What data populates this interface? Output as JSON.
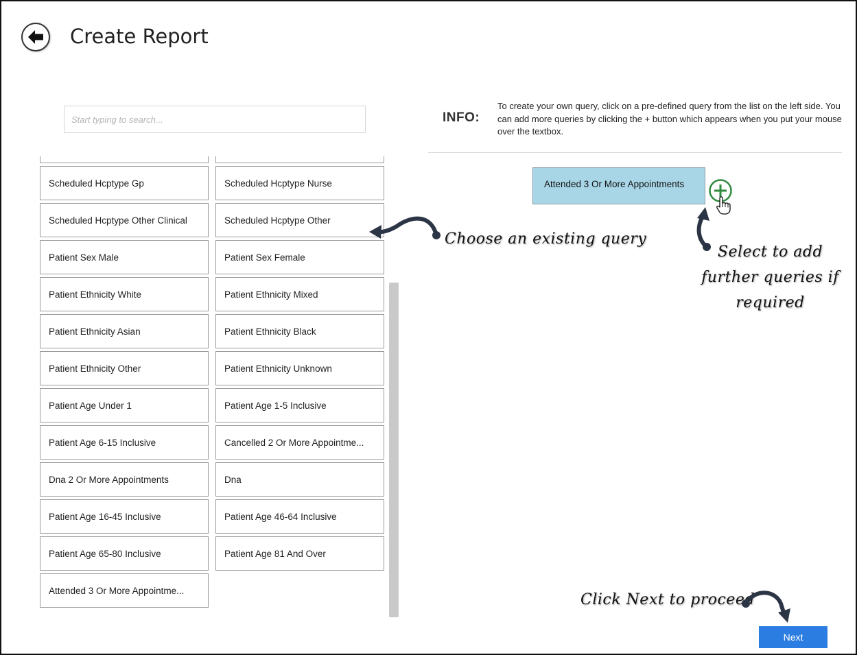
{
  "header": {
    "title": "Create Report",
    "back_icon": "back-arrow-icon"
  },
  "search": {
    "placeholder": "Start typing to search..."
  },
  "queries": [
    "",
    "",
    "Scheduled Hcptype Gp",
    "Scheduled Hcptype Nurse",
    "Scheduled Hcptype Other Clinical",
    "Scheduled Hcptype Other",
    "Patient Sex Male",
    "Patient Sex Female",
    "Patient Ethnicity White",
    "Patient Ethnicity Mixed",
    "Patient Ethnicity Asian",
    "Patient Ethnicity Black",
    "Patient Ethnicity Other",
    "Patient Ethnicity Unknown",
    "Patient Age Under 1",
    "Patient Age 1-5 Inclusive",
    "Patient Age 6-15 Inclusive",
    "Cancelled 2 Or More Appointme...",
    "Dna 2 Or More Appointments",
    "Dna",
    "Patient Age 16-45 Inclusive",
    "Patient Age 46-64 Inclusive",
    "Patient Age 65-80 Inclusive",
    "Patient Age 81 And Over",
    "Attended 3 Or More Appointme..."
  ],
  "info": {
    "label": "INFO:",
    "text": "To create your own query, click on a pre-defined query from the list on the left side. You can add more queries by clicking the + button which appears when you put your mouse over the textbox."
  },
  "selected_query": {
    "label": "Attended 3 Or More Appointments",
    "add_icon": "plus-circle-icon"
  },
  "annotations": {
    "choose": "Choose an existing query",
    "add": "Select to add further queries if required",
    "next": "Click Next to proceed"
  },
  "footer": {
    "next_label": "Next"
  },
  "colors": {
    "accent": "#2c7de1",
    "selected_bg": "#a8d6e6",
    "plus": "#2e8b3e"
  }
}
